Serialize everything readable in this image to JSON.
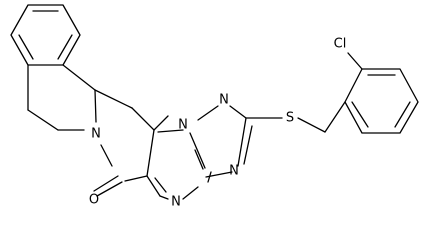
{
  "molecule": {
    "atom_labels": {
      "oxygen": "O",
      "amide_nitrogen": "N",
      "triazole_n1": "N",
      "triazole_n2": "N",
      "triazole_n4": "N",
      "pyrimidine_n": "N",
      "sulfur": "S",
      "chlorine": "Cl"
    }
  }
}
